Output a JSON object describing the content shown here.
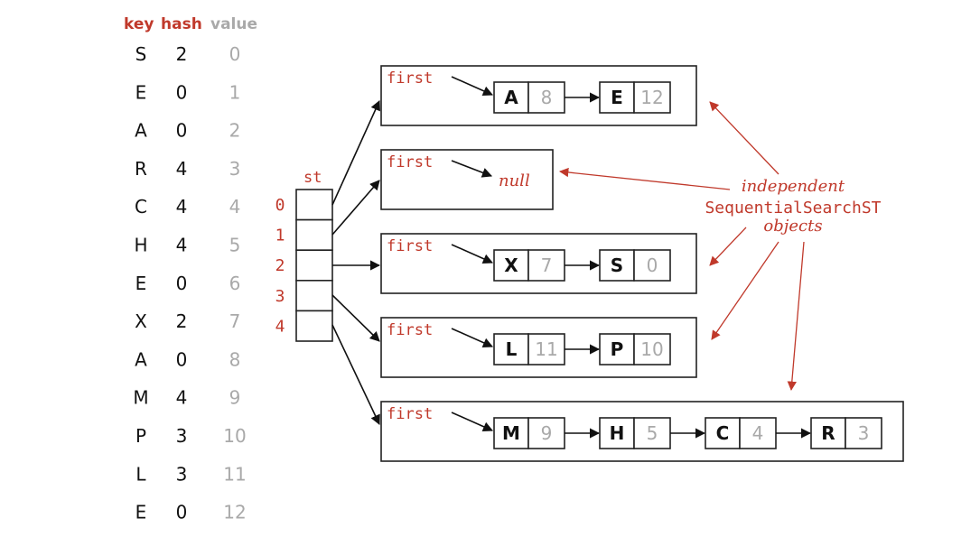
{
  "colors": {
    "accent_red": "#c0392b",
    "gray_value": "#a9a9a9",
    "ink": "#111111"
  },
  "table": {
    "headers": {
      "key": "key",
      "hash": "hash",
      "value": "value"
    },
    "rows": [
      {
        "key": "S",
        "hash": "2",
        "value": "0"
      },
      {
        "key": "E",
        "hash": "0",
        "value": "1"
      },
      {
        "key": "A",
        "hash": "0",
        "value": "2"
      },
      {
        "key": "R",
        "hash": "4",
        "value": "3"
      },
      {
        "key": "C",
        "hash": "4",
        "value": "4"
      },
      {
        "key": "H",
        "hash": "4",
        "value": "5"
      },
      {
        "key": "E",
        "hash": "0",
        "value": "6"
      },
      {
        "key": "X",
        "hash": "2",
        "value": "7"
      },
      {
        "key": "A",
        "hash": "0",
        "value": "8"
      },
      {
        "key": "M",
        "hash": "4",
        "value": "9"
      },
      {
        "key": "P",
        "hash": "3",
        "value": "10"
      },
      {
        "key": "L",
        "hash": "3",
        "value": "11"
      },
      {
        "key": "E",
        "hash": "0",
        "value": "12"
      }
    ]
  },
  "array": {
    "label": "st",
    "indices": [
      "0",
      "1",
      "2",
      "3",
      "4"
    ]
  },
  "lists": [
    {
      "first_label": "first",
      "nodes": [
        {
          "key": "A",
          "value": "8"
        },
        {
          "key": "E",
          "value": "12"
        }
      ]
    },
    {
      "first_label": "first",
      "null_label": "null",
      "nodes": []
    },
    {
      "first_label": "first",
      "nodes": [
        {
          "key": "X",
          "value": "7"
        },
        {
          "key": "S",
          "value": "0"
        }
      ]
    },
    {
      "first_label": "first",
      "nodes": [
        {
          "key": "L",
          "value": "11"
        },
        {
          "key": "P",
          "value": "10"
        }
      ]
    },
    {
      "first_label": "first",
      "nodes": [
        {
          "key": "M",
          "value": "9"
        },
        {
          "key": "H",
          "value": "5"
        },
        {
          "key": "C",
          "value": "4"
        },
        {
          "key": "R",
          "value": "3"
        }
      ]
    }
  ],
  "annotation": {
    "line1": "independent",
    "line2": "SequentialSearchST",
    "line3": "objects"
  }
}
